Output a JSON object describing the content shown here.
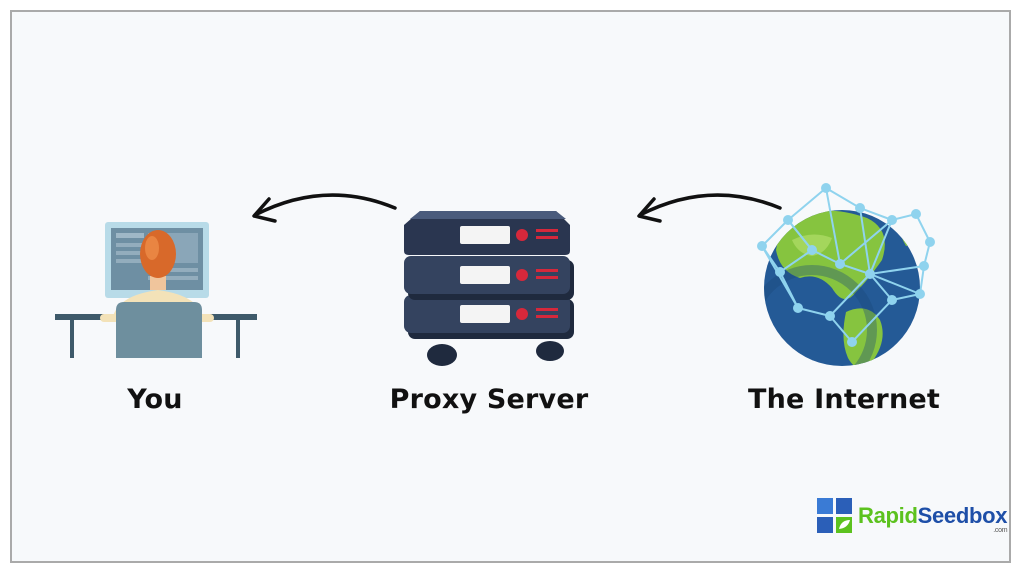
{
  "nodes": {
    "you": "You",
    "proxy": "Proxy Server",
    "internet": "The Internet"
  },
  "logo": {
    "part1": "Rapid",
    "part2": "Seedbox",
    "suffix": ".com"
  },
  "colors": {
    "arrow": "#111111",
    "server_body": "#2f3d57",
    "server_led": "#d6283b",
    "globe_ocean": "#245a96",
    "globe_land": "#86c43f",
    "network_line": "#8fd3ee",
    "logo_green": "#5cc21e",
    "logo_blue": "#1e4fa8"
  },
  "icons": [
    "person-at-computer-icon",
    "proxy-server-icon",
    "globe-network-icon",
    "arrow-left-icon"
  ]
}
